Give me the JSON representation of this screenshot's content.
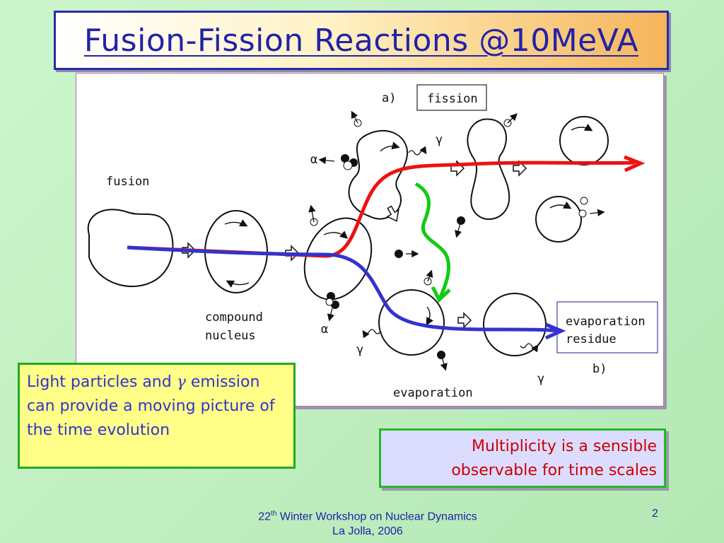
{
  "title": "Fusion-Fission Reactions @10MeVA",
  "figure": {
    "label_a": "a)",
    "label_fission": "fission",
    "label_fusion": "fusion",
    "label_compound_1": "compound",
    "label_compound_2": "nucleus",
    "label_evaporation": "evaporation",
    "label_residue_1": "evaporation",
    "label_residue_2": "residue",
    "label_b": "b)",
    "alpha": "α",
    "gamma": "γ",
    "colors": {
      "fission_path": "#ee1111",
      "evaporation_path": "#3333cc",
      "transition": "#11cc11"
    }
  },
  "note_left": {
    "text_1": "Light particles and ",
    "gamma": "γ",
    "text_2": " emission can provide a moving picture of the time evolution"
  },
  "note_right": {
    "text": "Multiplicity is a sensible observable for time scales"
  },
  "footer": {
    "line1_num": "22",
    "line1_sup": "th",
    "line1_rest": " Winter Workshop on Nuclear Dynamics",
    "line2": "La Jolla, 2006"
  },
  "page_number": "2"
}
